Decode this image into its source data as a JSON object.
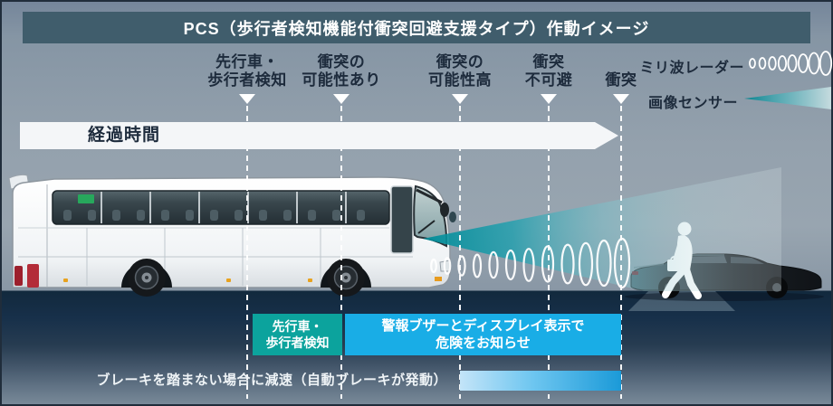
{
  "title": "PCS（歩行者検知機能付衝突回避支援タイプ）作動イメージ",
  "timeline": {
    "arrow_label": "経過時間",
    "stages": [
      {
        "label": "先行車・\n歩行者検知"
      },
      {
        "label": "衝突の\n可能性あり"
      },
      {
        "label": "衝突の\n可能性高"
      },
      {
        "label": "衝突\n不可避"
      },
      {
        "label": "衝突"
      }
    ]
  },
  "sensors": {
    "radar": "ミリ波レーダー",
    "camera": "画像センサー"
  },
  "actions": {
    "detection": "先行車・\n歩行者検知",
    "warning": "警報ブザーとディスプレイ表示で\n危険をお知らせ",
    "braking": "ブレーキを踏まない場合に減速（自動ブレーキが発動）"
  },
  "colors": {
    "title_bar": "#405d6c",
    "label_text": "#1d2b3c",
    "detection_box": "#0ca39d",
    "warning_box": "#19ade6",
    "brake_bar_light": "#c3e4f8",
    "brake_bar_dark": "#1b9ad8",
    "sensor_cone": "#008c98"
  }
}
